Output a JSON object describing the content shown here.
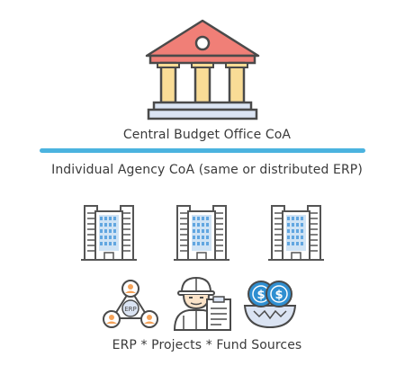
{
  "central": {
    "title": "Central Budget Office CoA"
  },
  "agency": {
    "title": "Individual Agency CoA (same or distributed ERP)"
  },
  "bottom": {
    "title": "ERP * Projects * Fund Sources",
    "erp_node_text": "ERP"
  },
  "colors": {
    "divider": "#4bb3df",
    "roof": "#f07f77",
    "columns": "#f9dc96",
    "base": "#dbe4f3",
    "outline": "#4a4a4a",
    "windows": "#61a6e0",
    "coin": "#2f8fd1"
  },
  "icons": {
    "bank": "bank-icon",
    "buildings": [
      "office-building-icon",
      "office-building-icon",
      "office-building-icon"
    ],
    "bottom": [
      "erp-network-icon",
      "engineer-project-icon",
      "fund-sources-icon"
    ]
  }
}
